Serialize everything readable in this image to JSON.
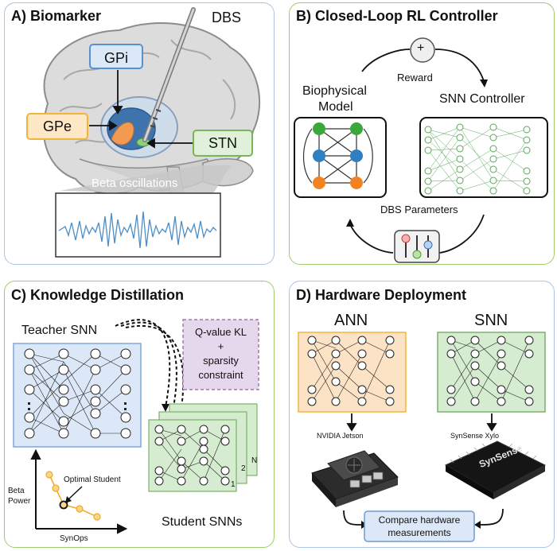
{
  "panels": {
    "a": {
      "title": "A) Biomarker",
      "dbs": "DBS",
      "gpi": "GPi",
      "gpe": "GPe",
      "stn": "STN",
      "beta": "Beta oscillations"
    },
    "b": {
      "title": "B) Closed-Loop RL Controller",
      "plus": "+",
      "reward": "Reward",
      "bio_model_line1": "Biophysical",
      "bio_model_line2": "Model",
      "snn_controller": "SNN Controller",
      "dbs_params": "DBS Parameters"
    },
    "c": {
      "title": "C) Knowledge Distillation",
      "teacher": "Teacher SNN",
      "kl_line1": "Q-value KL",
      "kl_line2": "+",
      "kl_line3": "sparsity",
      "kl_line4": "constraint",
      "student_n": "N",
      "student_2": "2",
      "student_1": "1",
      "students": "Student SNNs",
      "optimal": "Optimal Student",
      "beta_line1": "Beta",
      "beta_line2": "Power",
      "synops": "SynOps"
    },
    "d": {
      "title": "D) Hardware Deployment",
      "ann": "ANN",
      "snn": "SNN",
      "jetson": "NVIDIA Jetson",
      "xylo": "SynSense Xylo",
      "chip_brand": "SynSense",
      "compare_line1": "Compare hardware",
      "compare_line2": "measurements"
    }
  },
  "colors": {
    "panel_a_border": "#a9c4e4",
    "panel_b_border": "#9ccc6e",
    "panel_c_border": "#9ccc6e",
    "panel_d_border": "#a9c4e4",
    "gpi_fill": "#dbe8f7",
    "gpi_border": "#5b8fd1",
    "gpe_fill": "#fde7c4",
    "gpe_border": "#f2b53c",
    "stn_fill": "#e1f0d8",
    "stn_border": "#79b45a",
    "teacher_fill": "#dce8f7",
    "student_fill": "#d6ecd0",
    "ann_fill": "#fde3c6",
    "snn_fill": "#d6ecd0",
    "kl_fill": "#e5d7ec",
    "compare_fill": "#dce8f7",
    "node_green": "#3aa83a",
    "node_blue": "#2f7fc1",
    "node_orange": "#f58220",
    "curve_orange": "#f0a91e"
  },
  "icons": [
    "brain-illustration",
    "dbs-electrode-icon",
    "slider-mixer-icon",
    "neuron-node-icon",
    "jetson-board-icon",
    "xylo-chip-icon"
  ]
}
